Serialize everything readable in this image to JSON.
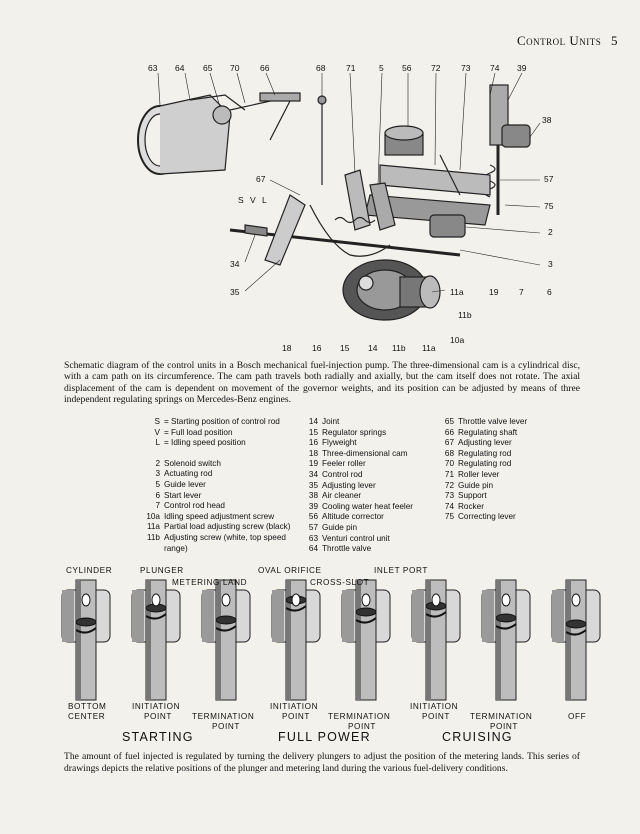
{
  "header": {
    "section": "Control Units",
    "page_number": "5"
  },
  "figure1": {
    "callouts": [
      "63",
      "64",
      "65",
      "70",
      "66",
      "68",
      "71",
      "5",
      "56",
      "72",
      "73",
      "74",
      "39",
      "38",
      "67",
      "57",
      "75",
      "2",
      "3",
      "34",
      "35",
      "11a",
      "19",
      "7",
      "6",
      "11b",
      "10a",
      "18",
      "16",
      "15",
      "14",
      "11b",
      "11a"
    ],
    "slv": [
      "S",
      "V",
      "L"
    ]
  },
  "caption1": "Schematic diagram of the control units in a Bosch mechanical fuel-injection pump. The three-dimensional cam is a cylindrical disc, with a cam path on its circumference. The cam path travels both radially and axially, but the cam itself does not rotate. The axial displacement of the cam is dependent on movement of the governor weights, and its position can be adjusted by means of three independent regulating springs on Mercedes-Benz engines.",
  "legend": {
    "col1a": [
      {
        "key": "S",
        "text": "= Starting position of control rod"
      },
      {
        "key": "V",
        "text": "= Full load position"
      },
      {
        "key": "L",
        "text": "= Idling speed position"
      }
    ],
    "col1b": [
      {
        "key": "2",
        "text": "Solenoid switch"
      },
      {
        "key": "3",
        "text": "Actuating rod"
      },
      {
        "key": "5",
        "text": "Guide lever"
      },
      {
        "key": "6",
        "text": "Start lever"
      },
      {
        "key": "7",
        "text": "Control rod head"
      },
      {
        "key": "10a",
        "text": "Idling speed adjustment screw"
      },
      {
        "key": "11a",
        "text": "Partial load adjusting screw (black)"
      },
      {
        "key": "11b",
        "text": "Adjusting screw (white, top speed"
      },
      {
        "key": "",
        "text": "range)"
      }
    ],
    "col2": [
      {
        "key": "14",
        "text": "Joint"
      },
      {
        "key": "15",
        "text": "Regulator springs"
      },
      {
        "key": "16",
        "text": "Flyweight"
      },
      {
        "key": "18",
        "text": "Three-dimensional cam"
      },
      {
        "key": "19",
        "text": "Feeler roller"
      },
      {
        "key": "34",
        "text": "Control rod"
      },
      {
        "key": "35",
        "text": "Adjusting lever"
      },
      {
        "key": "38",
        "text": "Air cleaner"
      },
      {
        "key": "39",
        "text": "Cooling water heat feeler"
      },
      {
        "key": "56",
        "text": "Altitude corrector"
      },
      {
        "key": "57",
        "text": "Guide pin"
      },
      {
        "key": "63",
        "text": "Venturi control unit"
      },
      {
        "key": "64",
        "text": "Throttle valve"
      }
    ],
    "col3": [
      {
        "key": "65",
        "text": "Throttle valve lever"
      },
      {
        "key": "66",
        "text": "Regulating shaft"
      },
      {
        "key": "67",
        "text": "Adjusting lever"
      },
      {
        "key": "68",
        "text": "Regulating rod"
      },
      {
        "key": "70",
        "text": "Regulating rod"
      },
      {
        "key": "71",
        "text": "Roller lever"
      },
      {
        "key": "72",
        "text": "Guide pin"
      },
      {
        "key": "73",
        "text": "Support"
      },
      {
        "key": "74",
        "text": "Rocker"
      },
      {
        "key": "75",
        "text": "Correcting lever"
      }
    ]
  },
  "figure2": {
    "part_labels": {
      "cylinder": "CYLINDER",
      "plunger": "PLUNGER",
      "metering_land": "METERING LAND",
      "oval_orifice": "OVAL ORIFICE",
      "cross_slot": "CROSS-SLOT",
      "inlet_port": "INLET PORT"
    },
    "bottom_labels": {
      "bdc_top": "BOTTOM",
      "bdc_bottom": "CENTER",
      "init1_top": "INITIATION",
      "init1_bottom": "POINT",
      "term1_top": "TERMINATION",
      "term1_bottom": "POINT",
      "init2_top": "INITIATION",
      "init2_bottom": "POINT",
      "term2_top": "TERMINATION",
      "term2_bottom": "POINT",
      "init3_top": "INITIATION",
      "init3_bottom": "POINT",
      "term3_top": "TERMINATION",
      "term3_bottom": "POINT",
      "off": "OFF"
    },
    "groups": {
      "starting": "STARTING",
      "full_power": "FULL POWER",
      "cruising": "CRUISING"
    }
  },
  "caption2": "The amount of fuel injected is regulated by turning the delivery plungers to adjust the position of the metering lands. This series of drawings depicts the relative positions of the plunger and metering land during the various fuel-delivery conditions."
}
